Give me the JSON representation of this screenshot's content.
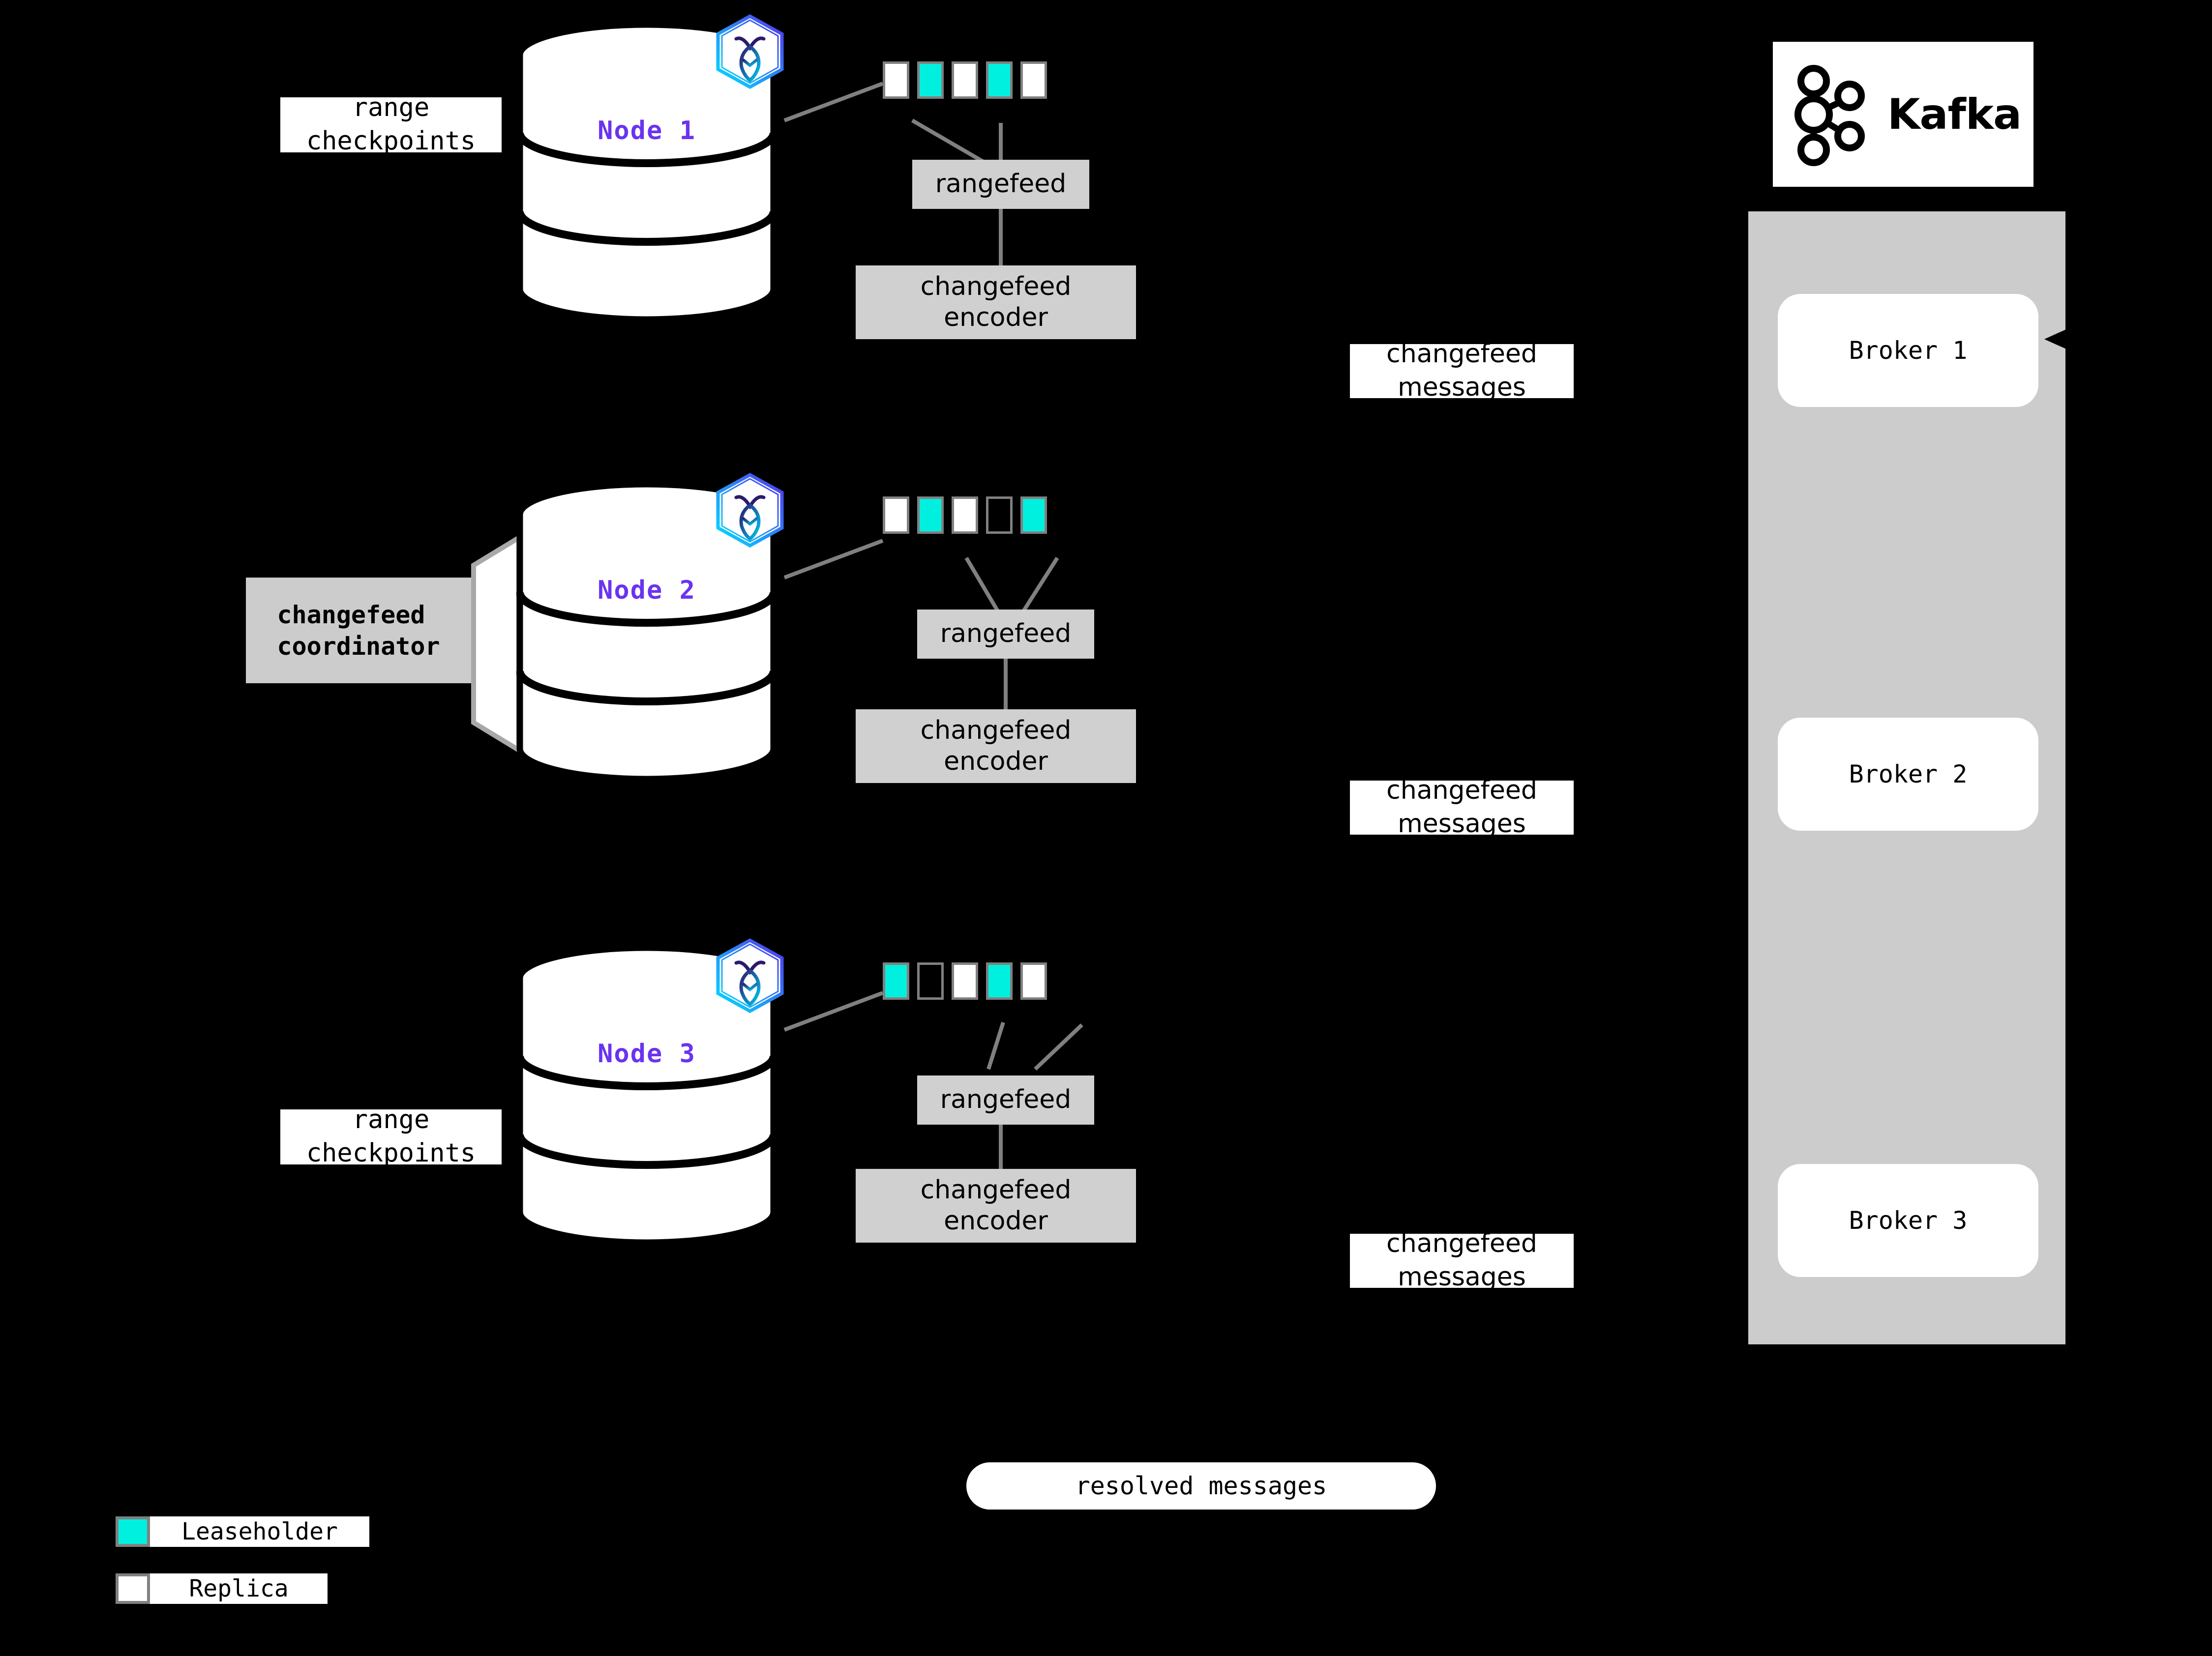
{
  "diagram": {
    "title": "CockroachDB changefeed to Kafka architecture",
    "background": "#000000",
    "accent_purple": "#6A33F0",
    "leaseholder_color": "#00F0E0",
    "replica_color": "#FFFFFF",
    "box_gray": "#D0D0D0",
    "panel_gray": "#CCCCCC",
    "line_gray": "#808080"
  },
  "nodes": [
    {
      "label": "Node 1",
      "logo_icon": "cockroachdb-hexagon-icon",
      "checkpoint_label": "range\ncheckpoints",
      "has_checkpoint_label": true,
      "has_coordinator": false,
      "ranges": [
        "replica",
        "leaseholder",
        "replica",
        "leaseholder",
        "replica"
      ],
      "rangefeed_label": "rangefeed",
      "encoder_label": "changefeed\nencoder",
      "messages_label": "changefeed\nmessages"
    },
    {
      "label": "Node 2",
      "logo_icon": "cockroachdb-hexagon-icon",
      "checkpoint_label": "",
      "has_checkpoint_label": false,
      "has_coordinator": true,
      "coordinator_label": "changefeed\ncoordinator",
      "ranges": [
        "replica",
        "leaseholder",
        "replica",
        "empty",
        "leaseholder"
      ],
      "rangefeed_label": "rangefeed",
      "encoder_label": "changefeed\nencoder",
      "messages_label": "changefeed\nmessages"
    },
    {
      "label": "Node 3",
      "logo_icon": "cockroachdb-hexagon-icon",
      "checkpoint_label": "range\ncheckpoints",
      "has_checkpoint_label": true,
      "has_coordinator": false,
      "ranges": [
        "leaseholder",
        "empty",
        "replica",
        "leaseholder",
        "replica"
      ],
      "rangefeed_label": "rangefeed",
      "encoder_label": "changefeed\nencoder",
      "messages_label": "changefeed\nmessages"
    }
  ],
  "kafka": {
    "wordmark": "Kafka",
    "logo_icon": "kafka-nodegraph-icon",
    "brokers": [
      "Broker 1",
      "Broker 2",
      "Broker 3"
    ]
  },
  "resolved": {
    "label": "resolved messages"
  },
  "legend": {
    "items": [
      {
        "swatch": "leaseholder",
        "label": "Leaseholder"
      },
      {
        "swatch": "replica",
        "label": "Replica"
      }
    ]
  }
}
